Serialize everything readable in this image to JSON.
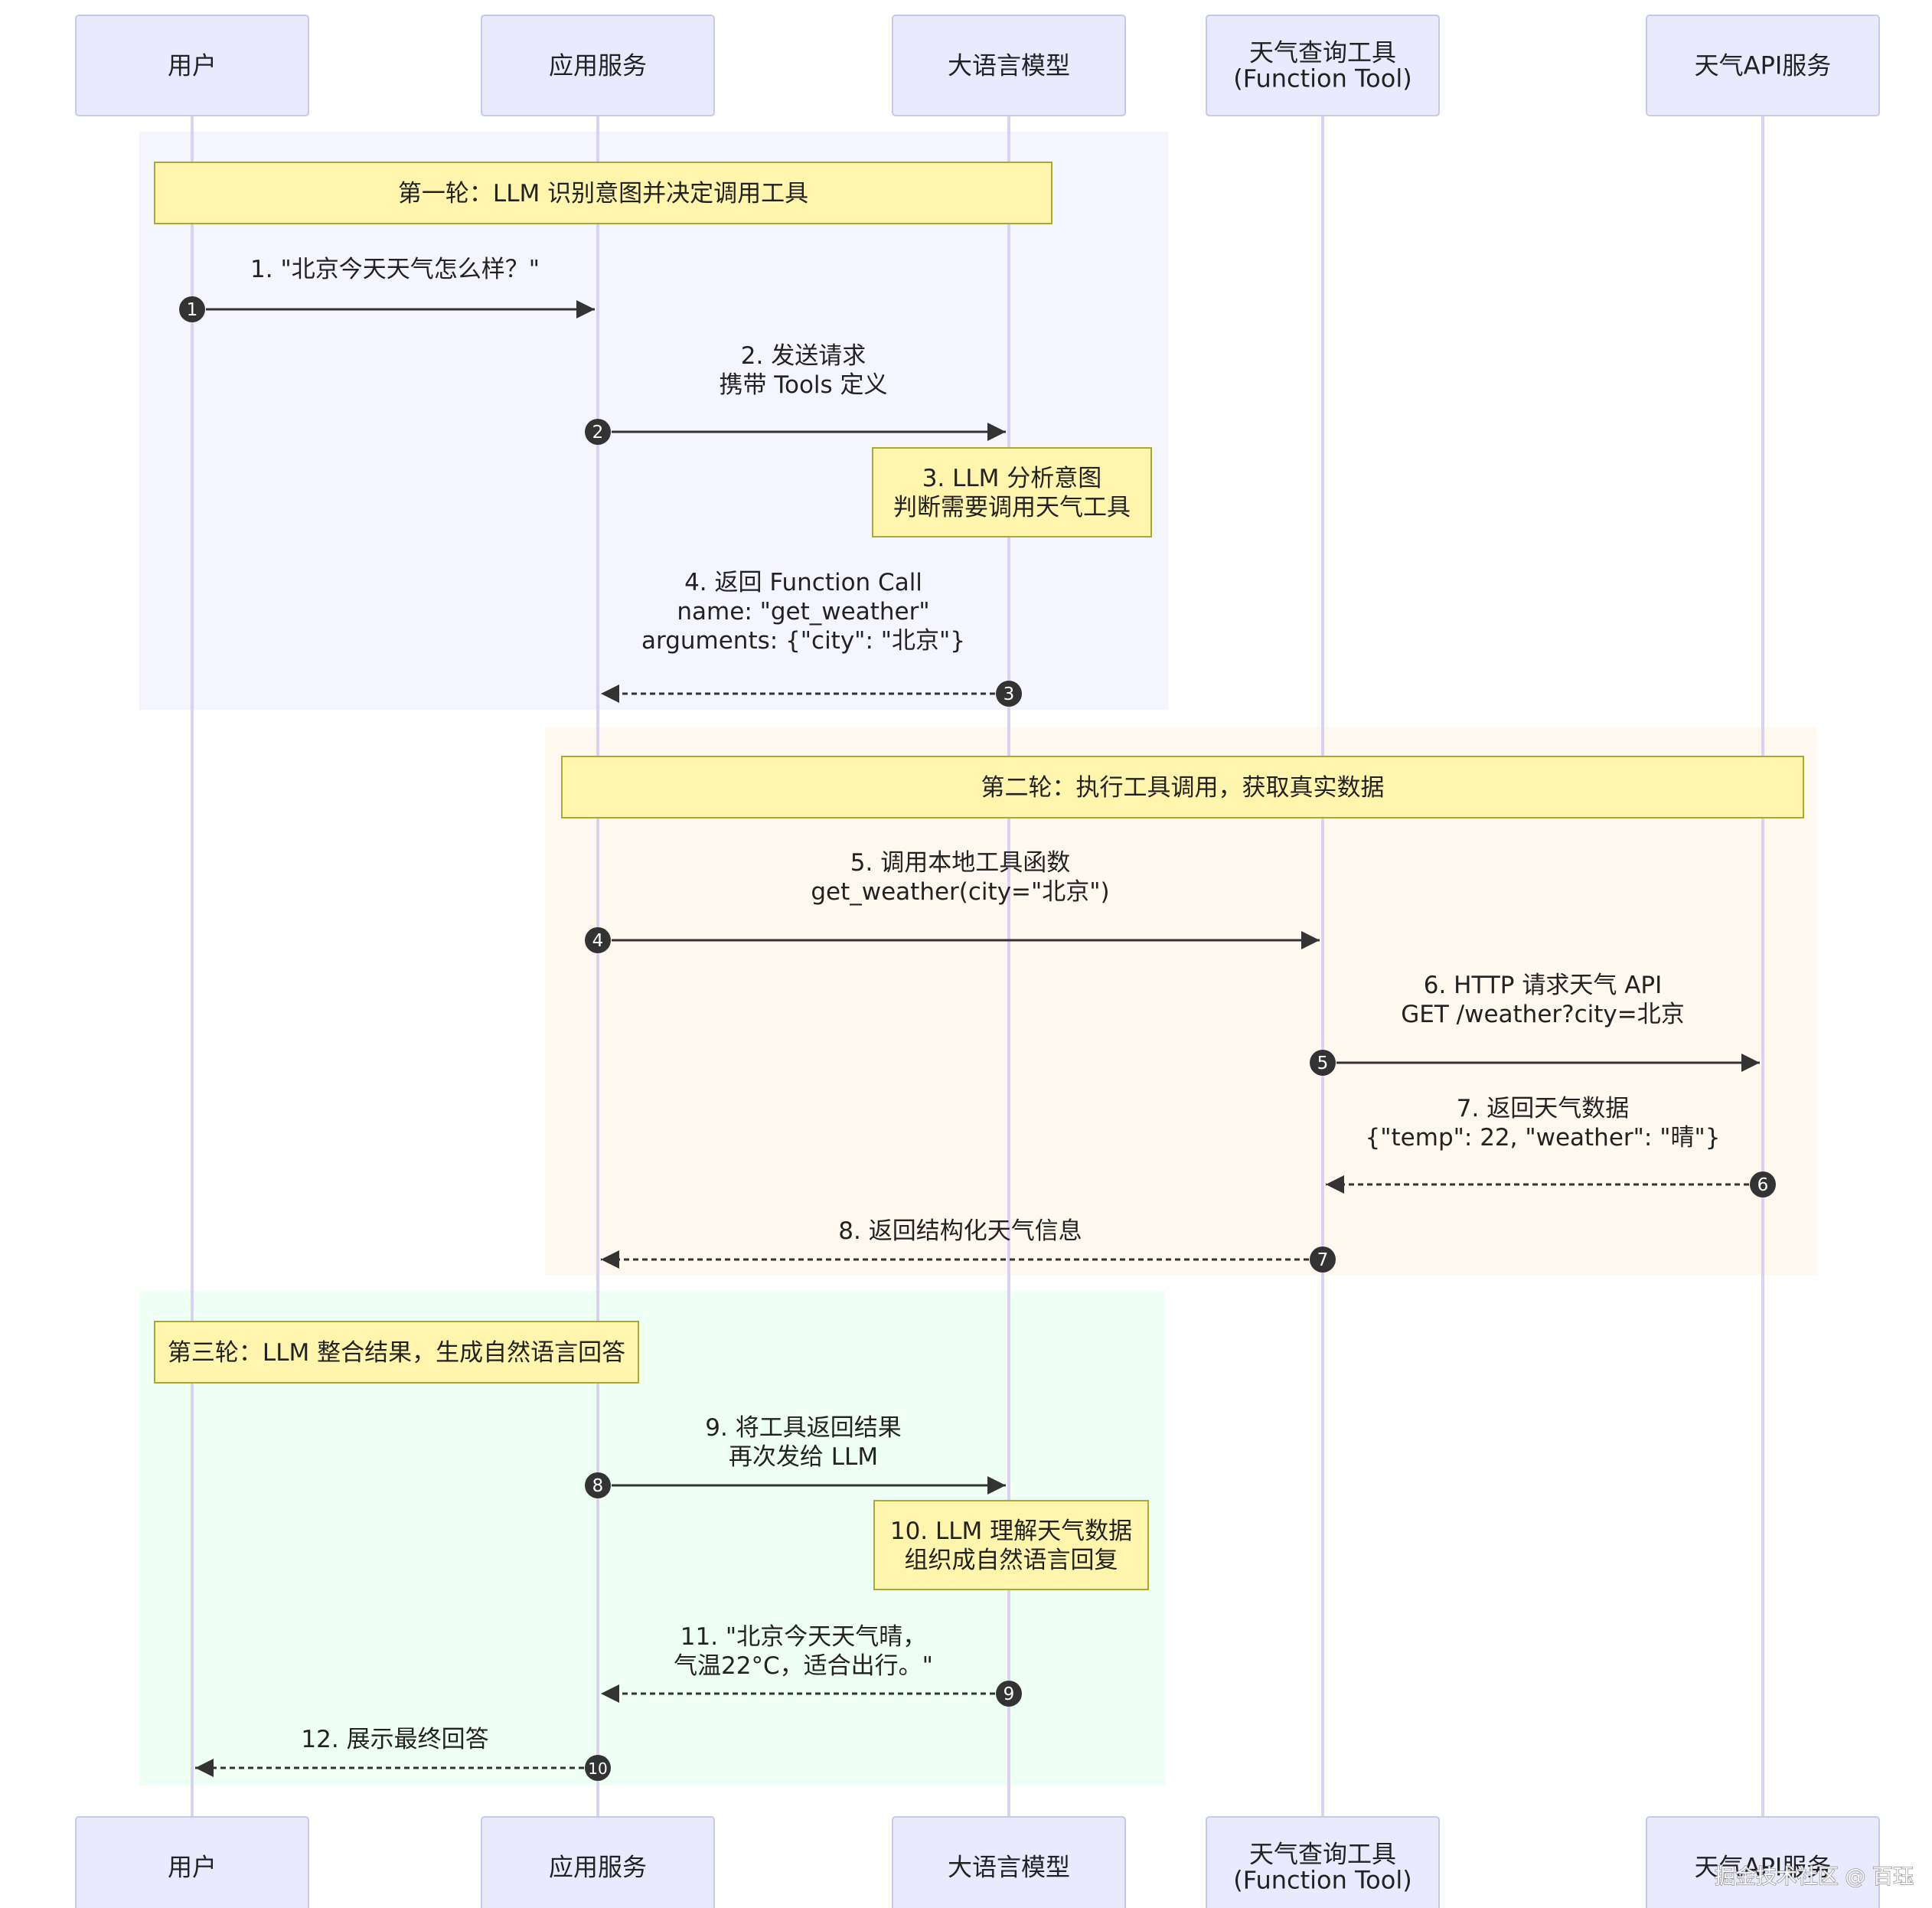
{
  "participants": [
    {
      "id": "user",
      "label_lines": [
        "用户"
      ]
    },
    {
      "id": "app",
      "label_lines": [
        "应用服务"
      ]
    },
    {
      "id": "llm",
      "label_lines": [
        "大语言模型"
      ]
    },
    {
      "id": "tool",
      "label_lines": [
        "天气查询工具",
        "(Function Tool)"
      ]
    },
    {
      "id": "api",
      "label_lines": [
        "天气API服务"
      ]
    }
  ],
  "rounds": [
    {
      "id": "round1",
      "title": "第一轮：LLM 识别意图并决定调用工具",
      "background": "#f5f5ff"
    },
    {
      "id": "round2",
      "title": "第二轮：执行工具调用，获取真实数据",
      "background": "#fff8ee"
    },
    {
      "id": "round3",
      "title": "第三轮：LLM 整合结果，生成自然语言回答",
      "background": "#eefff3"
    }
  ],
  "messages": [
    {
      "seq": "1",
      "from": "user",
      "to": "app",
      "dashed": false,
      "label_lines": [
        "1. \"北京今天天气怎么样？\""
      ]
    },
    {
      "seq": "2",
      "from": "app",
      "to": "llm",
      "dashed": false,
      "label_lines": [
        "2. 发送请求",
        "携带 Tools 定义"
      ]
    },
    {
      "seq": "3",
      "from": "llm",
      "to": "app",
      "dashed": true,
      "label_lines": [
        "4. 返回 Function Call",
        "name: \"get_weather\"",
        "arguments: {\"city\": \"北京\"}"
      ]
    },
    {
      "seq": "4",
      "from": "app",
      "to": "tool",
      "dashed": false,
      "label_lines": [
        "5. 调用本地工具函数",
        "get_weather(city=\"北京\")"
      ]
    },
    {
      "seq": "5",
      "from": "tool",
      "to": "api",
      "dashed": false,
      "label_lines": [
        "6. HTTP 请求天气 API",
        "GET /weather?city=北京"
      ]
    },
    {
      "seq": "6",
      "from": "api",
      "to": "tool",
      "dashed": true,
      "label_lines": [
        "7. 返回天气数据",
        "{\"temp\": 22, \"weather\": \"晴\"}"
      ]
    },
    {
      "seq": "7",
      "from": "tool",
      "to": "app",
      "dashed": true,
      "label_lines": [
        "8. 返回结构化天气信息"
      ]
    },
    {
      "seq": "8",
      "from": "app",
      "to": "llm",
      "dashed": false,
      "label_lines": [
        "9. 将工具返回结果",
        "再次发给 LLM"
      ]
    },
    {
      "seq": "9",
      "from": "llm",
      "to": "app",
      "dashed": true,
      "label_lines": [
        "11. \"北京今天天气晴，",
        "气温22°C，适合出行。\""
      ]
    },
    {
      "seq": "10",
      "from": "app",
      "to": "user",
      "dashed": true,
      "label_lines": [
        "12. 展示最终回答"
      ]
    }
  ],
  "notes": [
    {
      "id": "note3",
      "over": "llm",
      "text_lines": [
        "3. LLM 分析意图",
        "判断需要调用天气工具"
      ]
    },
    {
      "id": "note10",
      "over": "llm",
      "text_lines": [
        "10. LLM 理解天气数据",
        "组织成自然语言回复"
      ]
    }
  ],
  "watermark": "掘金技术社区 @ 百珏",
  "colors": {
    "participant_fill": "#eaeaff",
    "participant_stroke": "#c8c8ea",
    "lifeline": "#d9d2f4",
    "note_fill": "#fff5ad",
    "note_stroke": "#aaaa33",
    "arrow": "#333333",
    "badge": "#333333",
    "text": "#222222"
  }
}
